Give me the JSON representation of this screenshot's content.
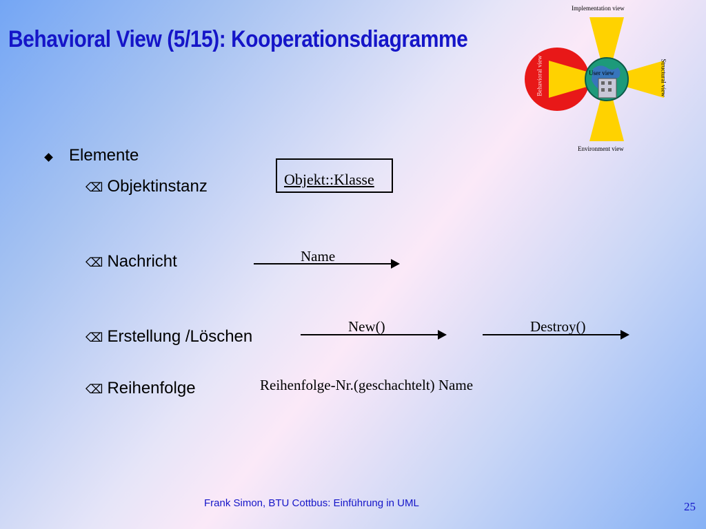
{
  "slide": {
    "title": "Behavioral View (5/15): Kooperationsdiagramme",
    "bullet": "Elemente",
    "subitems": [
      "Objektinstanz",
      "Nachricht",
      "Erstellung /Löschen",
      "Reihenfolge"
    ],
    "subitem_glyph": "⌫",
    "object_box_label": "Objekt::Klasse",
    "message_label": "Name",
    "create_label": "New()",
    "destroy_label": "Destroy()",
    "sequence_label": "Reihenfolge-Nr.(geschachtelt) Name",
    "footer": "Frank Simon, BTU Cottbus: Einführung in UML",
    "page_number": "25"
  },
  "logo": {
    "implementation_view": "Implementation view",
    "structural_view": "Structural view",
    "environment_view": "Environment view",
    "behavioral_view": "Behavioral view",
    "user_view": "User view",
    "colors": {
      "highlight": "#e81818",
      "petal": "#ffd200",
      "globe": "#1d9a7a"
    }
  },
  "colors": {
    "title": "#1515c8",
    "footer": "#1515c8"
  }
}
